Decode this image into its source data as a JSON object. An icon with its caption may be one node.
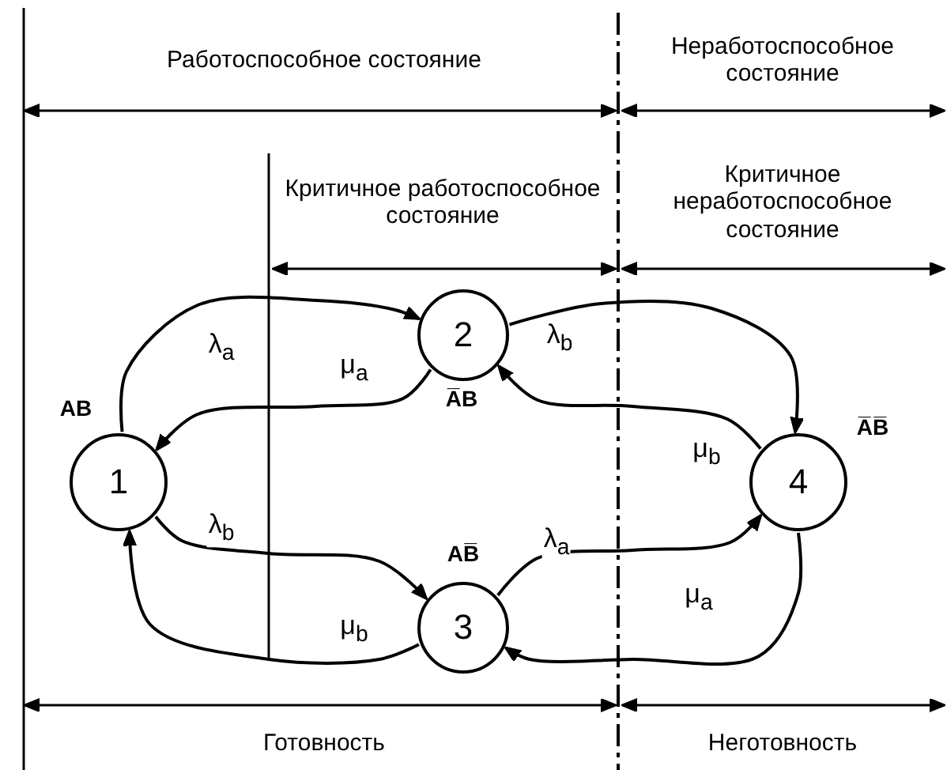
{
  "diagram": {
    "nodes": [
      {
        "text": [
          "1"
        ],
        "beside": [
          "AB"
        ]
      },
      {
        "text": [
          "2"
        ],
        "beside": [
          "A̅B"
        ]
      },
      {
        "text": [
          "3"
        ],
        "beside": [
          "AB̅"
        ]
      },
      {
        "text": [
          "4"
        ],
        "beside": [
          "A̅B̅"
        ]
      }
    ],
    "edges": [
      {
        "from": 0,
        "to": 1,
        "arrow": "to",
        "label": "λ$_{a}$"
      },
      {
        "from": 1,
        "to": 3,
        "arrow": "to",
        "label": "λ$_{b}$"
      },
      {
        "from": 1,
        "to": 0,
        "arrow": "to",
        "label": "μ$_{a}$"
      },
      {
        "from": 3,
        "to": 1,
        "arrow": "to",
        "label": "μ$_{b}$"
      },
      {
        "from": 0,
        "to": 2,
        "arrow": "to",
        "label": "λ$_{b}$"
      },
      {
        "from": 2,
        "to": 3,
        "arrow": "to",
        "label": "λ$_{a}$"
      },
      {
        "from": 3,
        "to": 2,
        "arrow": "to",
        "label": "μ$_{a}$"
      },
      {
        "from": 2,
        "to": 0,
        "arrow": "to",
        "label": "μ$_{b}$"
      }
    ],
    "labels": [
      "Работоспособное состояние",
      "Неработоспособное состояние",
      "Критичное работоспособное состояние",
      "Критичное неработоспособное состояние",
      "Готовность",
      "Неготовность"
    ]
  }
}
